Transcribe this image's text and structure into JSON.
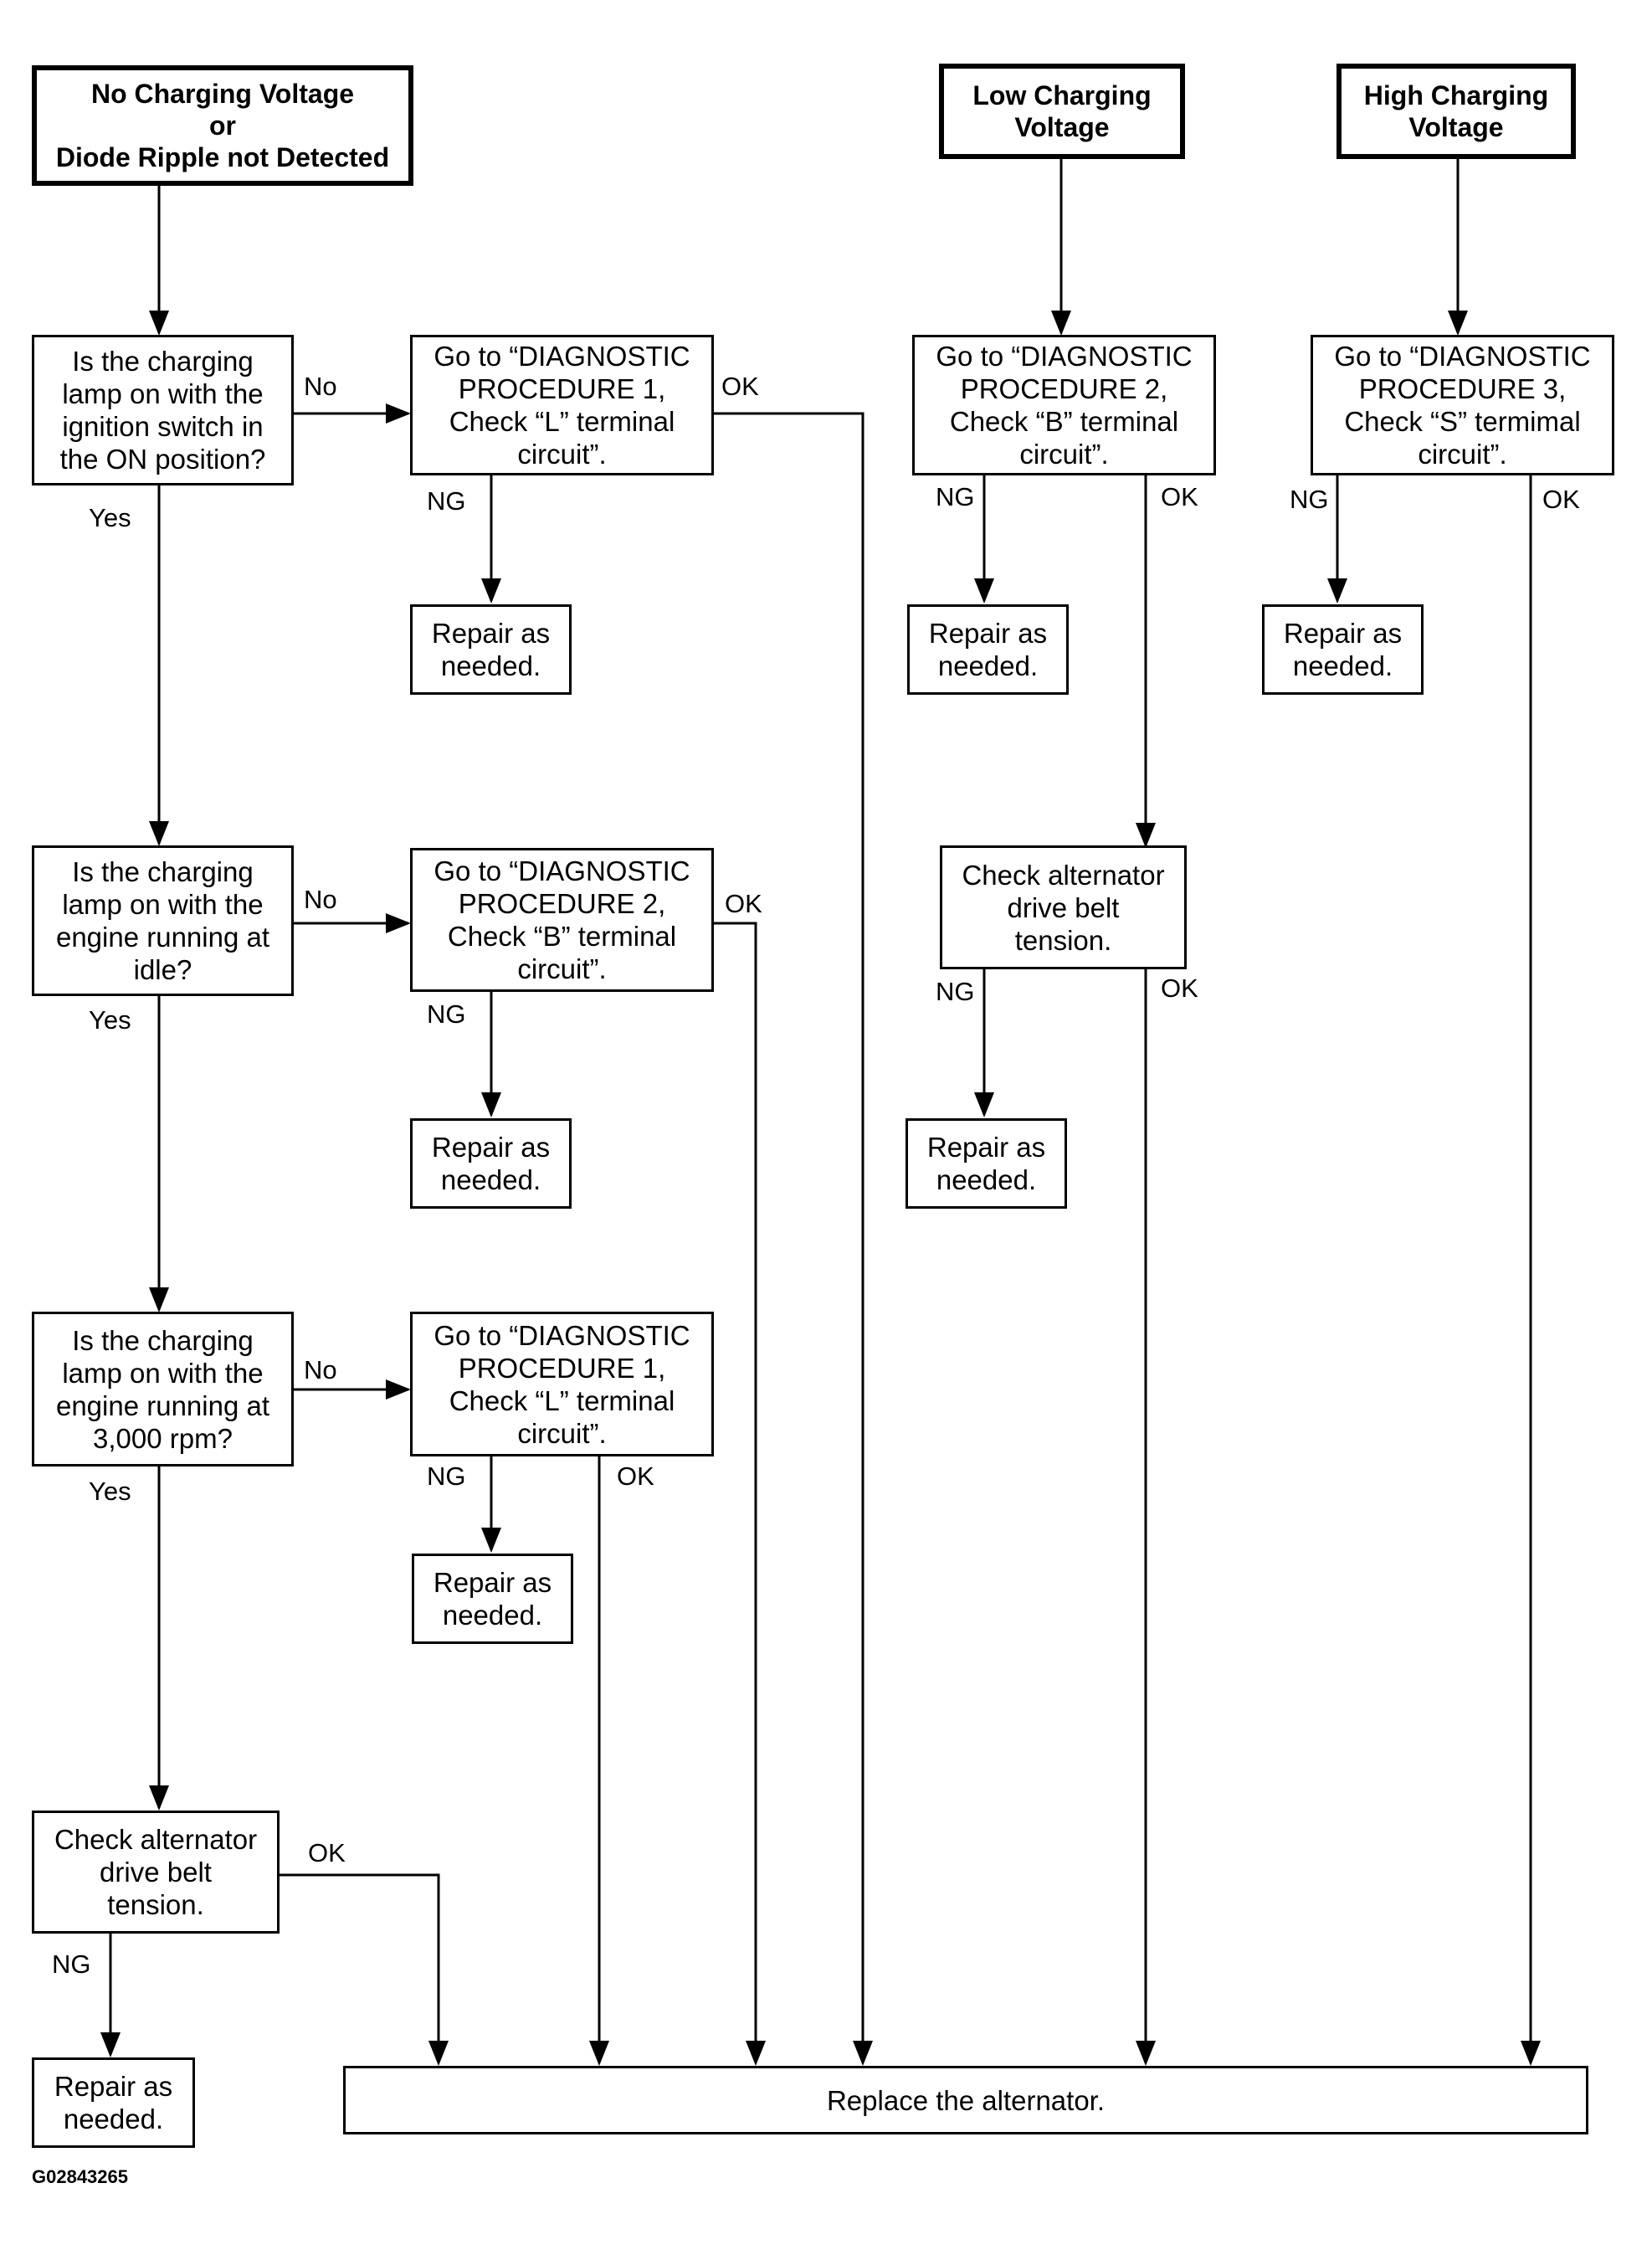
{
  "headers": {
    "no_charge": "No Charging Voltage\nor\nDiode Ripple not Detected",
    "low_charge": "Low Charging\nVoltage",
    "high_charge": "High Charging\nVoltage"
  },
  "questions": {
    "q1": "Is the charging\nlamp on with the\nignition switch in\nthe ON position?",
    "q2": "Is the charging\nlamp on with the\nengine running at\nidle?",
    "q3": "Is the charging\nlamp on with the\nengine running at\n3,000 rpm?"
  },
  "procedures": {
    "p1_l_top": "Go to “DIAGNOSTIC\nPROCEDURE 1,\nCheck “L” terminal\ncircuit”.",
    "p2_b_mid": "Go to “DIAGNOSTIC\nPROCEDURE 2,\nCheck “B” terminal\ncircuit”.",
    "p1_l_low": "Go to “DIAGNOSTIC\nPROCEDURE 1,\nCheck “L” terminal\ncircuit”.",
    "p2_b_top": "Go to “DIAGNOSTIC\nPROCEDURE 2,\nCheck “B” terminal\ncircuit”.",
    "p3_s_top": "Go to “DIAGNOSTIC\nPROCEDURE 3,\nCheck “S” termimal\ncircuit”."
  },
  "checks": {
    "belt_left": "Check alternator\ndrive belt\ntension.",
    "belt_right": "Check alternator\ndrive belt\ntension."
  },
  "repair_label": "Repair as\nneeded.",
  "replace_label": "Replace the alternator.",
  "branch_labels": {
    "yes": "Yes",
    "no": "No",
    "ok": "OK",
    "ng": "NG"
  },
  "figure_id": "G02843265"
}
